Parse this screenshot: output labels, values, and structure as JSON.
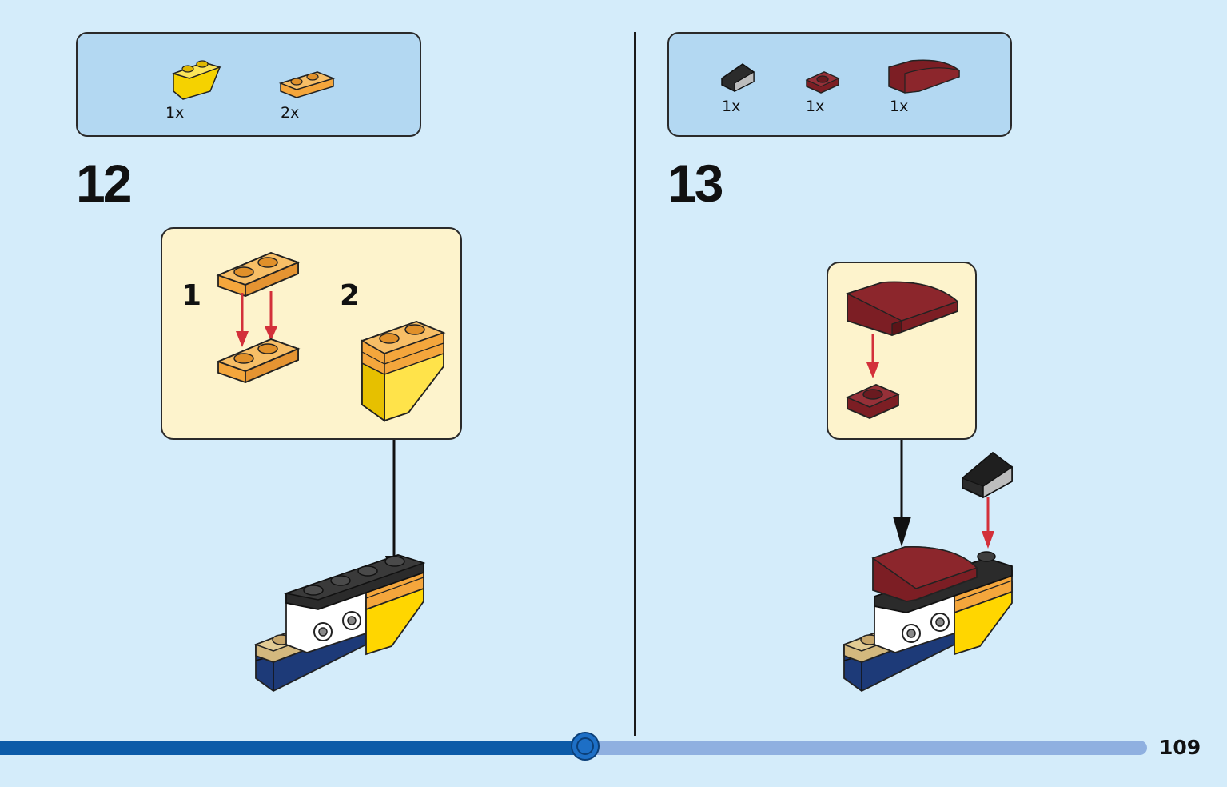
{
  "steps": [
    {
      "number": "12",
      "parts": [
        {
          "qty": "1x",
          "icon": "yellow-inverted-slope-icon"
        },
        {
          "qty": "2x",
          "icon": "orange-plate-1x2-icon"
        }
      ],
      "substeps": [
        "1",
        "2"
      ]
    },
    {
      "number": "13",
      "parts": [
        {
          "qty": "1x",
          "icon": "black-slope-icon"
        },
        {
          "qty": "1x",
          "icon": "darkred-plate-1x1-icon"
        },
        {
          "qty": "1x",
          "icon": "darkred-curved-slope-icon"
        }
      ]
    }
  ],
  "progress": {
    "fraction": 0.51
  },
  "page_number": "109",
  "colors": {
    "background": "#d4ecfa",
    "parts_box": "#b3d8f2",
    "callout": "#fdf3cc",
    "progress_fill": "#0c5ba8",
    "progress_track": "#8fb0e0",
    "arrow_red": "#d3303a"
  }
}
